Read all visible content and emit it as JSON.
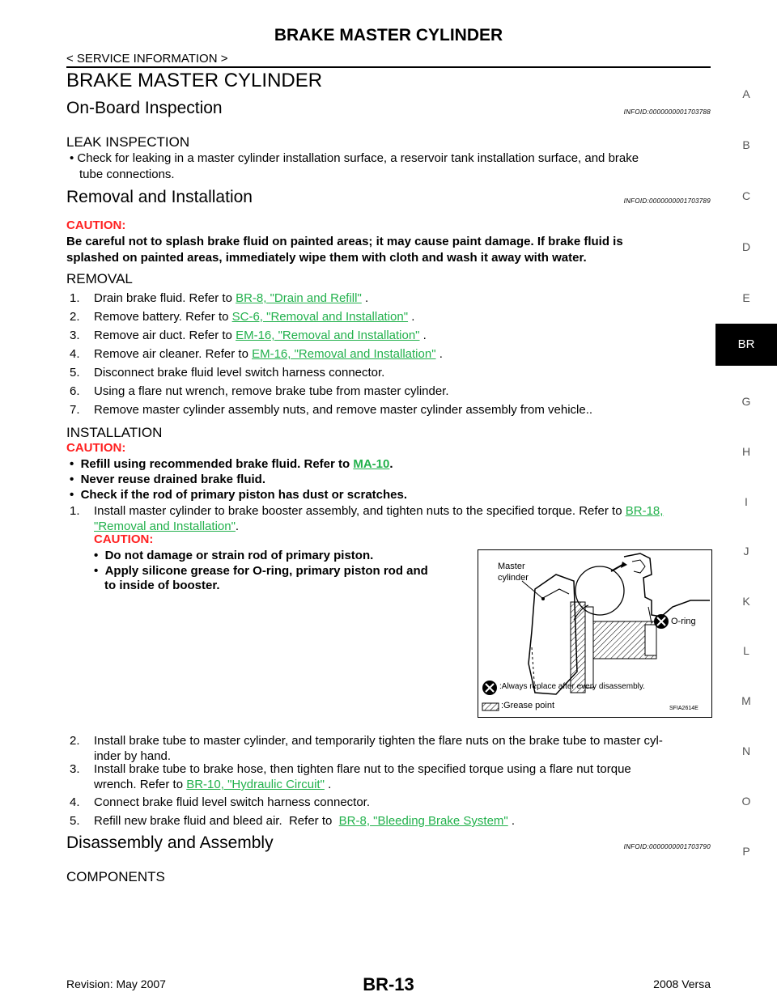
{
  "header": {
    "title": "BRAKE MASTER CYLINDER",
    "section": "< SERVICE INFORMATION >"
  },
  "page_title": "BRAKE MASTER CYLINDER",
  "sections": {
    "onboard": {
      "title": "On-Board Inspection",
      "infoid": "INFOID:0000000001703788",
      "leak_title": "LEAK INSPECTION",
      "leak_text": "• Check for leaking in a master cylinder installation surface, a reservoir tank installation surface, and brake",
      "leak_text2": "tube connections."
    },
    "removal_installation": {
      "title": "Removal and Installation",
      "infoid": "INFOID:0000000001703789",
      "caution_label": "CAUTION:",
      "caution_line1": "Be careful not to splash brake fluid on painted areas; it may cause paint damage. If brake fluid is",
      "caution_line2": "splashed on painted areas, immediately wipe them with cloth and wash it away with water.",
      "removal_title": "REMOVAL",
      "removal_steps": [
        {
          "num": "1.",
          "text": "Drain brake fluid. Refer to ",
          "link": "BR-8, \"Drain and Refill\"",
          "after": " ."
        },
        {
          "num": "2.",
          "text": "Remove battery. Refer to ",
          "link": "SC-6, \"Removal and Installation\"",
          "after": " ."
        },
        {
          "num": "3.",
          "text": "Remove air duct. Refer to ",
          "link": "EM-16, \"Removal and Installation\"",
          "after": " ."
        },
        {
          "num": "4.",
          "text": "Remove air cleaner. Refer to ",
          "link": "EM-16, \"Removal and Installation\"",
          "after": " ."
        },
        {
          "num": "5.",
          "text": "Disconnect brake fluid level switch harness connector.",
          "link": "",
          "after": ""
        },
        {
          "num": "6.",
          "text": "Using a flare nut wrench, remove brake tube from master cylinder.",
          "link": "",
          "after": ""
        },
        {
          "num": "7.",
          "text": "Remove master cylinder assembly nuts, and remove master cylinder assembly from vehicle..",
          "link": "",
          "after": ""
        }
      ],
      "installation_title": "INSTALLATION",
      "inst_caution_label": "CAUTION:",
      "inst_caution_items": {
        "c1_pre": "Refill using recommended brake fluid. Refer to ",
        "c1_link": "MA-10",
        "c1_post": ".",
        "c2": "Never reuse drained brake fluid.",
        "c3": "Check if the rod of primary piston has dust or scratches."
      },
      "step1": {
        "num": "1.",
        "text": "Install master cylinder to brake booster assembly, and tighten nuts to the specified torque. Refer to ",
        "link1": "BR-18,",
        "link2": "\"Removal and Installation\"",
        "after": ".",
        "caution_label": "CAUTION:",
        "c1": "Do not damage or strain rod of primary piston.",
        "c2a": "Apply silicone grease for O-ring, primary piston rod and",
        "c2b": "to inside of booster."
      },
      "step2": {
        "num": "2.",
        "line1": "Install brake tube to master cylinder, and temporarily tighten the flare nuts on the brake tube to master cyl-",
        "line2": "inder by hand."
      },
      "step3": {
        "num": "3.",
        "line1": "Install brake tube to brake hose, then tighten flare nut to the specified torque using a flare nut torque",
        "line2_pre": "wrench. Refer to ",
        "link": "BR-10, \"Hydraulic Circuit\"",
        "after": " ."
      },
      "step4": {
        "num": "4.",
        "text": "Connect brake fluid level switch harness connector."
      },
      "step5": {
        "num": "5.",
        "text": "Refill new brake fluid and bleed air.  Refer to  ",
        "link": "BR-8, \"Bleeding Brake System\"",
        "after": " ."
      }
    },
    "disassembly": {
      "title": "Disassembly and Assembly",
      "infoid": "INFOID:0000000001703790",
      "components_title": "COMPONENTS"
    }
  },
  "figure": {
    "label_master": "Master",
    "label_cylinder": "cylinder",
    "label_oring": "O-ring",
    "legend_replace": ":Always replace after every disassembly.",
    "legend_grease": ":Grease point",
    "code": "SFIA2614E"
  },
  "side_index": [
    "A",
    "B",
    "C",
    "D",
    "E",
    "BR",
    "G",
    "H",
    "I",
    "J",
    "K",
    "L",
    "M",
    "N",
    "O",
    "P"
  ],
  "footer": {
    "revision": "Revision: May 2007",
    "page": "BR-13",
    "model": "2008 Versa"
  },
  "colors": {
    "link": "#22b14c",
    "caution": "#ff2020"
  }
}
